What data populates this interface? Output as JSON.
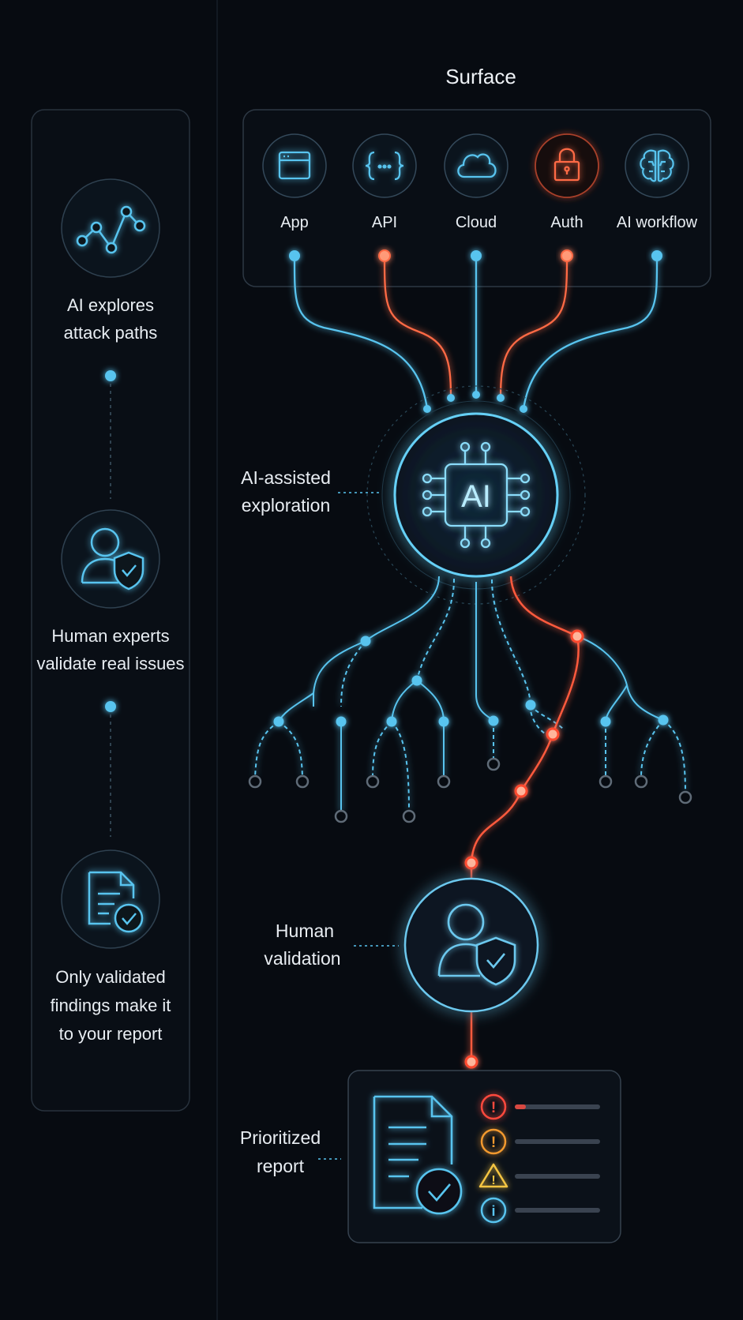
{
  "sidebar": {
    "steps": [
      {
        "line1": "AI explores",
        "line2": "attack paths",
        "icon": "path-graph-icon"
      },
      {
        "line1": "Human experts",
        "line2": "validate real issues",
        "icon": "user-shield-icon"
      },
      {
        "line1": "Only validated",
        "line2": "findings make it",
        "line3": "to your report",
        "icon": "document-check-icon"
      }
    ]
  },
  "surface": {
    "title": "Surface",
    "items": [
      {
        "label": "App",
        "icon": "app-window-icon",
        "color": "#58c4ef"
      },
      {
        "label": "API",
        "icon": "api-braces-icon",
        "color": "#ff7a50"
      },
      {
        "label": "Cloud",
        "icon": "cloud-icon",
        "color": "#58c4ef"
      },
      {
        "label": "Auth",
        "icon": "lock-icon",
        "color": "#ff7a50"
      },
      {
        "label": "AI workflow",
        "icon": "brain-icon",
        "color": "#58c4ef"
      }
    ]
  },
  "core": {
    "chip_text": "AI",
    "label_line1": "AI-assisted",
    "label_line2": "exploration"
  },
  "validation": {
    "label_line1": "Human",
    "label_line2": "validation"
  },
  "report": {
    "label_line1": "Prioritized",
    "label_line2": "report",
    "severities": [
      {
        "level": "critical",
        "symbol": "!",
        "color": "#ff4a3d"
      },
      {
        "level": "high",
        "symbol": "!",
        "color": "#f2992e"
      },
      {
        "level": "medium",
        "symbol": "!",
        "color": "#f5c542"
      },
      {
        "level": "info",
        "symbol": "i",
        "color": "#58c4ef"
      }
    ]
  },
  "colors": {
    "background": "#070b11",
    "blue": "#58c4ef",
    "orange": "#ff7a50",
    "panel_border": "#2b3642",
    "text": "#e8edf2",
    "muted_node": "#5f6b77"
  }
}
